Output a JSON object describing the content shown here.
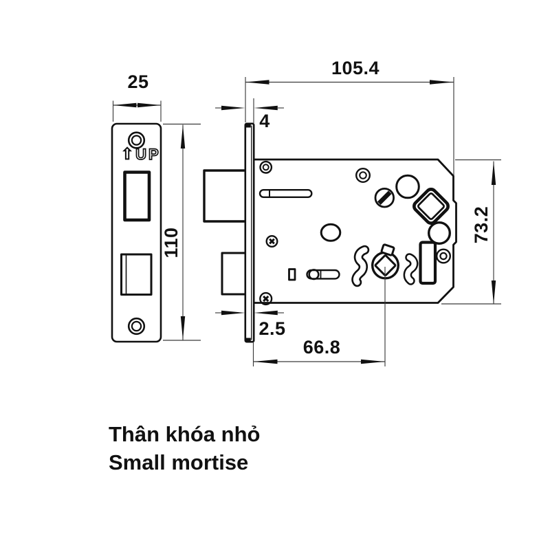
{
  "drawing": {
    "title_caption": {
      "vi": "Thân khóa nhỏ",
      "en": "Small mortise"
    },
    "dims": {
      "faceplate_width": "25",
      "faceplate_height": "110",
      "body_length": "105.4",
      "plate_total_thickness": "4",
      "body_height": "73.2",
      "plate_thickness": "2.5",
      "backset": "66.8"
    },
    "faceplate": {
      "up_arrow": "⇧",
      "up_text": "UP"
    },
    "colors": {
      "line": "#111111",
      "thin_line": "#3a3a3a",
      "background": "#ffffff"
    }
  }
}
